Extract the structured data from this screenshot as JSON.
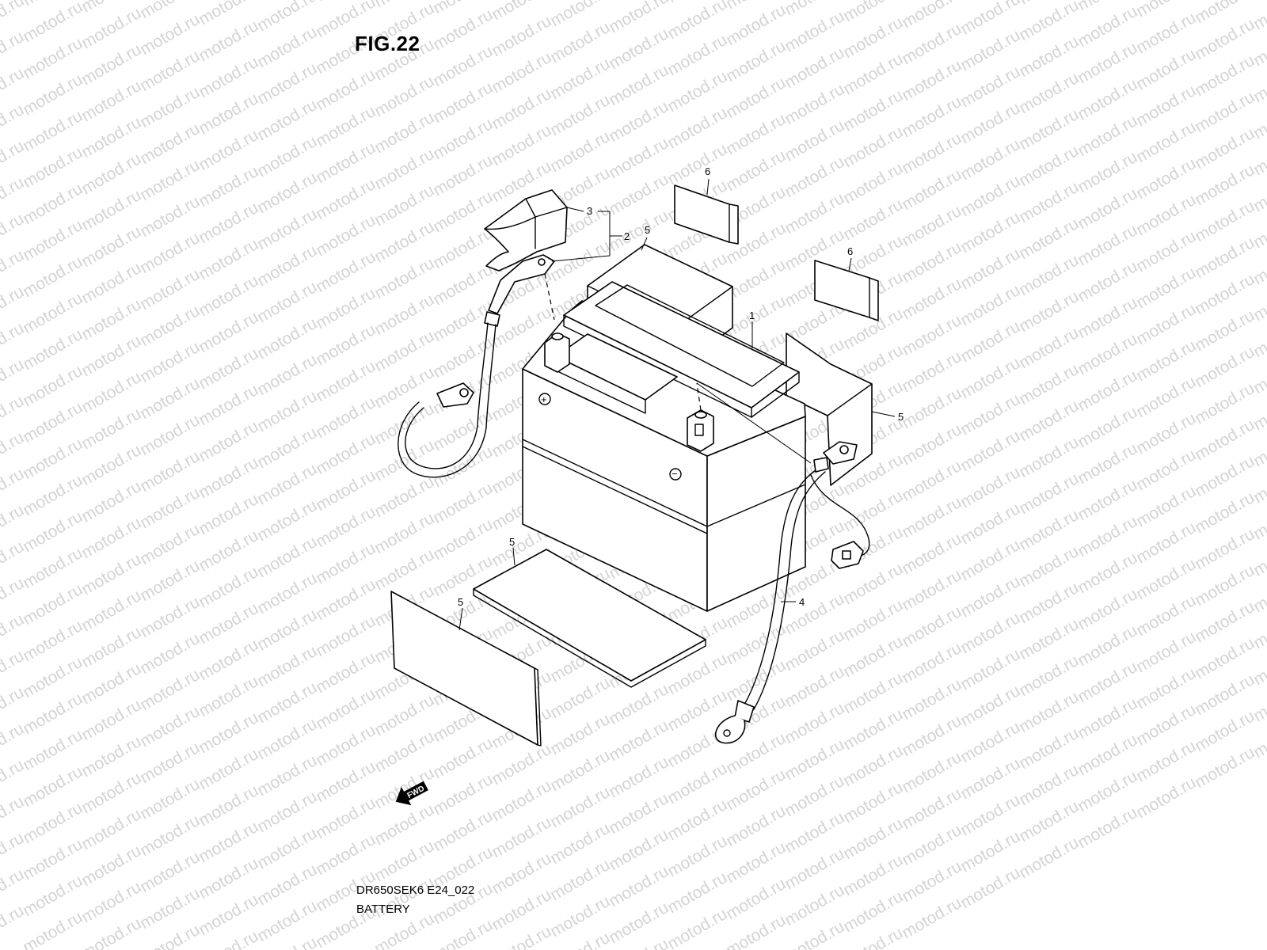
{
  "figure": {
    "title": "FIG.22",
    "model_code": "DR650SEK6 E24_022",
    "part_name": "BATTERY"
  },
  "watermark": {
    "text": "motod.ru",
    "color": "#d4d4d4"
  },
  "callouts": [
    {
      "id": "c1",
      "label": "1"
    },
    {
      "id": "c2",
      "label": "2"
    },
    {
      "id": "c3",
      "label": "3"
    },
    {
      "id": "c4",
      "label": "4"
    },
    {
      "id": "c5a",
      "label": "5"
    },
    {
      "id": "c5b",
      "label": "5"
    },
    {
      "id": "c5c",
      "label": "5"
    },
    {
      "id": "c5d",
      "label": "5"
    },
    {
      "id": "c6a",
      "label": "6"
    },
    {
      "id": "c6b",
      "label": "6"
    }
  ],
  "battery": {
    "positive_mark": "+",
    "negative_mark": "−"
  },
  "direction_badge": "FWD"
}
